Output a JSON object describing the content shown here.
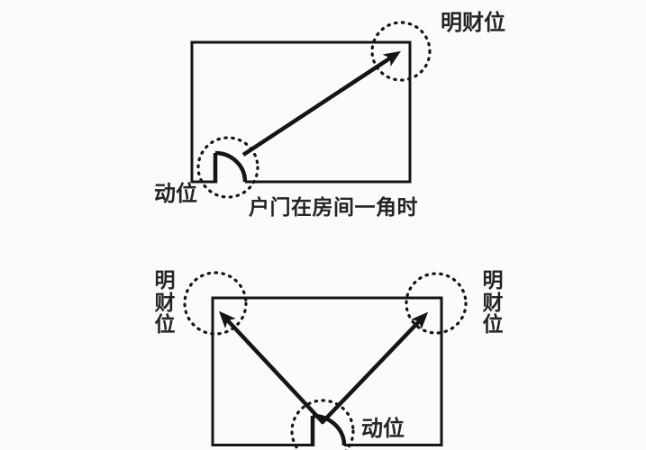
{
  "page": {
    "background_color": "#fbfbfb",
    "line_color": "#151515",
    "text_color": "#242424"
  },
  "diagram_top": {
    "wealth_label": "明财位",
    "door_label": "动位",
    "caption": "户门在房间一角时"
  },
  "diagram_bottom": {
    "wealth_label_left": "明财位",
    "wealth_label_right": "明财位",
    "door_label": "动位"
  }
}
